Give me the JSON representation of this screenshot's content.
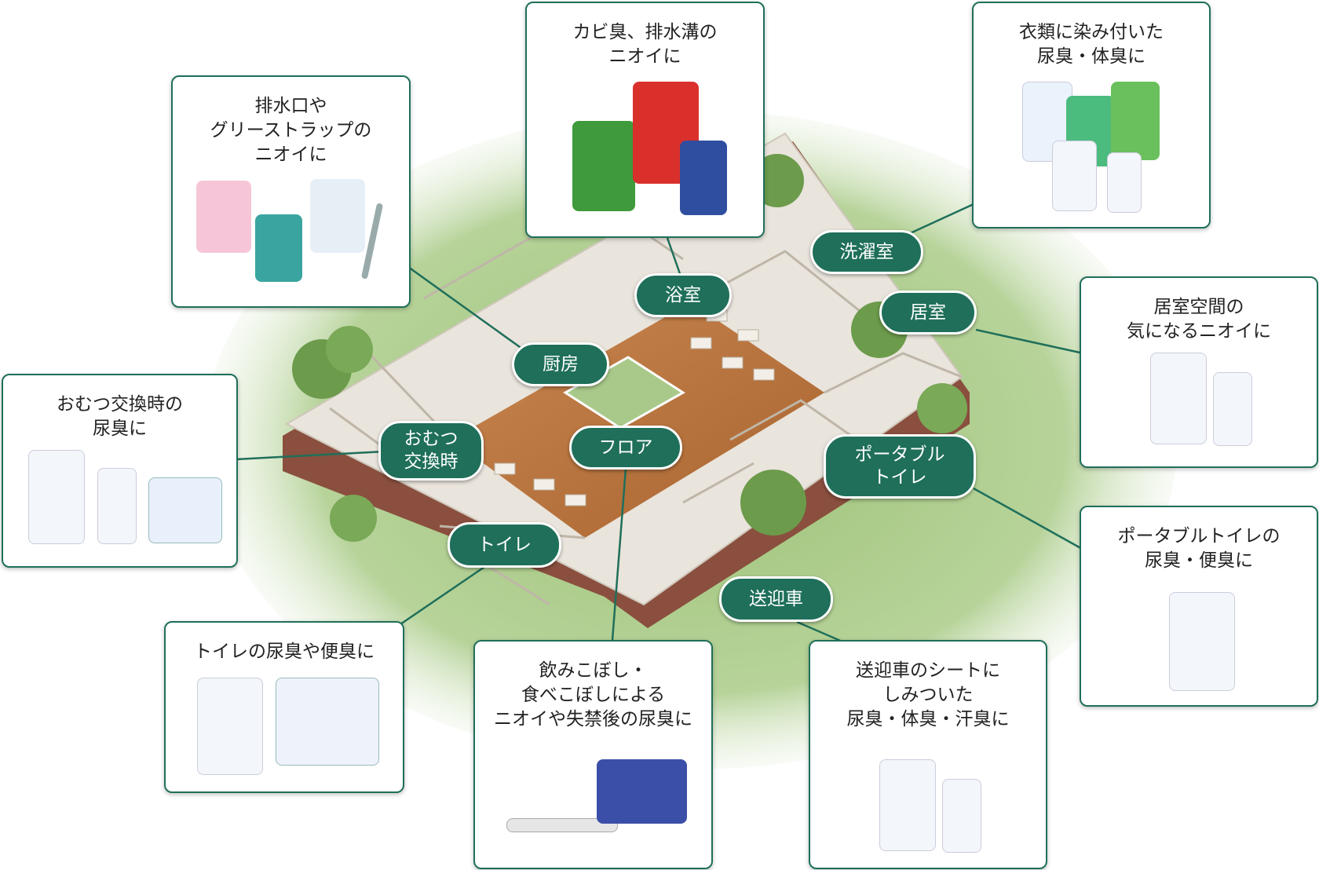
{
  "labels": {
    "chubo": "厨房",
    "yokushitsu": "浴室",
    "sentakushitsu": "洗濯室",
    "kyoshitsu": "居室",
    "omutsu": "おむつ\n交換時",
    "floor": "フロア",
    "portable": "ポータブル\nトイレ",
    "toilet": "トイレ",
    "sogeisha": "送迎車"
  },
  "cards": {
    "haisuiguchi": "排水口や\nグリーストラップの\nニオイに",
    "kabi": "カビ臭、排水溝の\nニオイに",
    "irui": "衣類に染み付いた\n尿臭・体臭に",
    "kyoshitsu_kukan": "居室空間の\n気になるニオイに",
    "omutsu_kokan": "おむつ交換時の\n尿臭に",
    "portable_toilet": "ポータブルトイレの\n尿臭・便臭に",
    "toilet": "トイレの尿臭や便臭に",
    "nomikoboshi": "飲みこぼし・\n食べこぼしによる\nニオイや失禁後の尿臭に",
    "sogeisha_seat": "送迎車のシートに\nしみついた\n尿臭・体臭・汗臭に"
  },
  "colors": {
    "accent": "#1f6f5a",
    "lawn": "#8fb76a",
    "floor_wood": "#c07a45"
  }
}
